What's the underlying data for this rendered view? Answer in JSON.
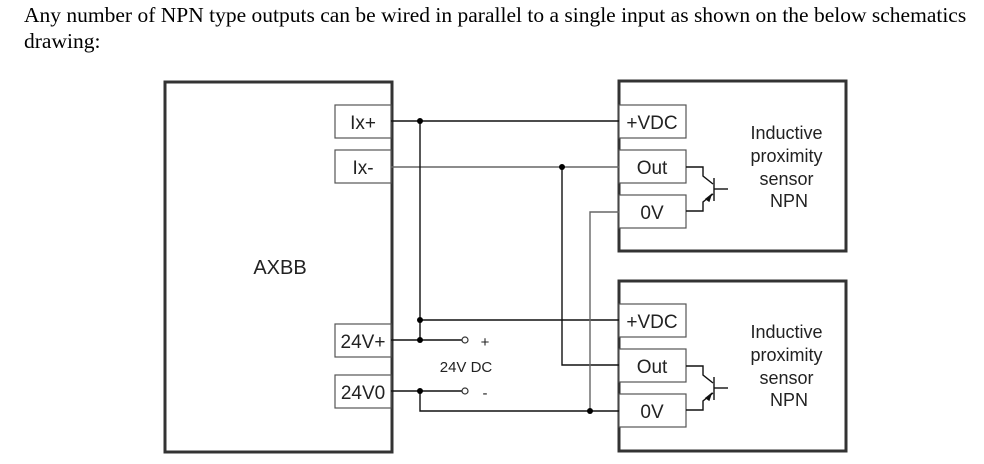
{
  "document": {
    "intro_text": "Any number of NPN type outputs can be wired in parallel to a single input as shown on the below schematics drawing:"
  },
  "diagram": {
    "controller": {
      "name": "AXBB",
      "terminals": [
        "Ix+",
        "Ix-",
        "24V+",
        "24V0"
      ]
    },
    "power_supply": {
      "label": "24V DC",
      "plus": "+",
      "minus": "-"
    },
    "sensors": [
      {
        "terminals": [
          "+VDC",
          "Out",
          "0V"
        ],
        "description_lines": [
          "Inductive",
          "proximity",
          "sensor",
          "NPN"
        ]
      },
      {
        "terminals": [
          "+VDC",
          "Out",
          "0V"
        ],
        "description_lines": [
          "Inductive",
          "proximity",
          "sensor",
          "NPN"
        ]
      }
    ]
  }
}
